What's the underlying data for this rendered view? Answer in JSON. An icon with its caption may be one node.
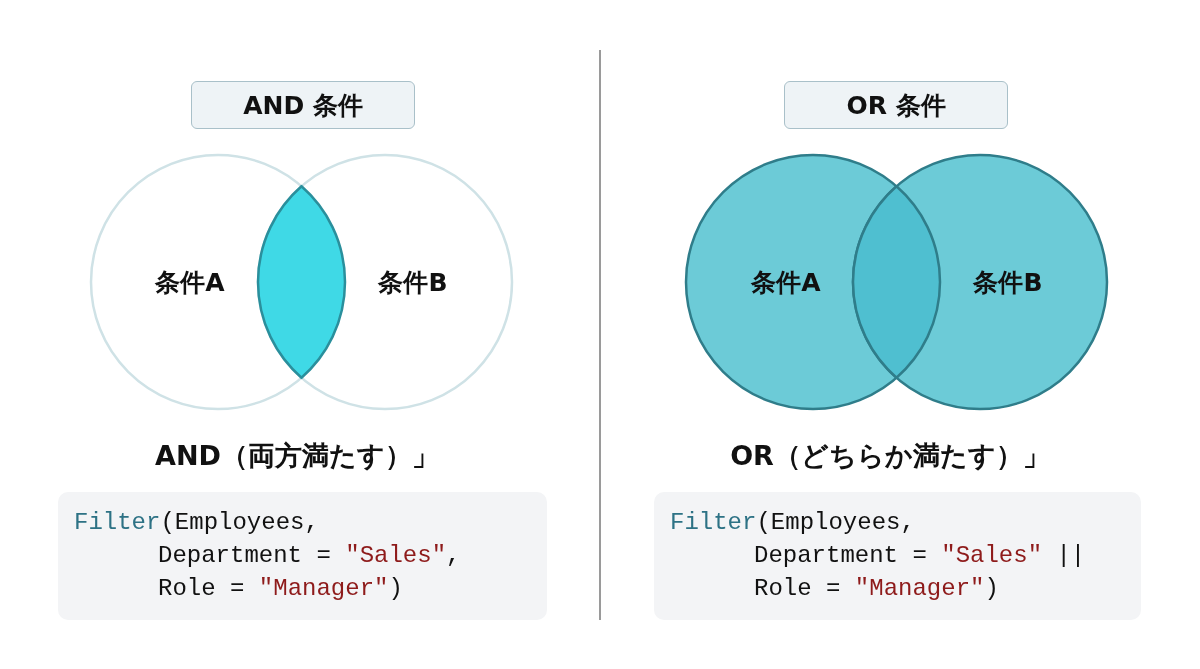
{
  "diagram": {
    "nodes": [
      {
        "text": [
          "AND 条件"
        ]
      },
      {
        "text": [
          "条件A"
        ]
      },
      {
        "text": [
          "条件B"
        ]
      },
      {
        "text": [
          "Filter(Employees,",
          "Department = \"Sales\",",
          "Role = \"Manager\")"
        ]
      },
      {
        "text": [
          "OR 条件"
        ]
      },
      {
        "text": [
          "条件A"
        ]
      },
      {
        "text": [
          "条件B"
        ]
      },
      {
        "text": [
          "Filter(Employees,",
          "Department = \"Sales\" ||",
          "Role = \"Manager\")"
        ]
      }
    ],
    "labels": [
      "AND（両方満たす）」",
      "OR（どちらか満たす）」"
    ]
  }
}
